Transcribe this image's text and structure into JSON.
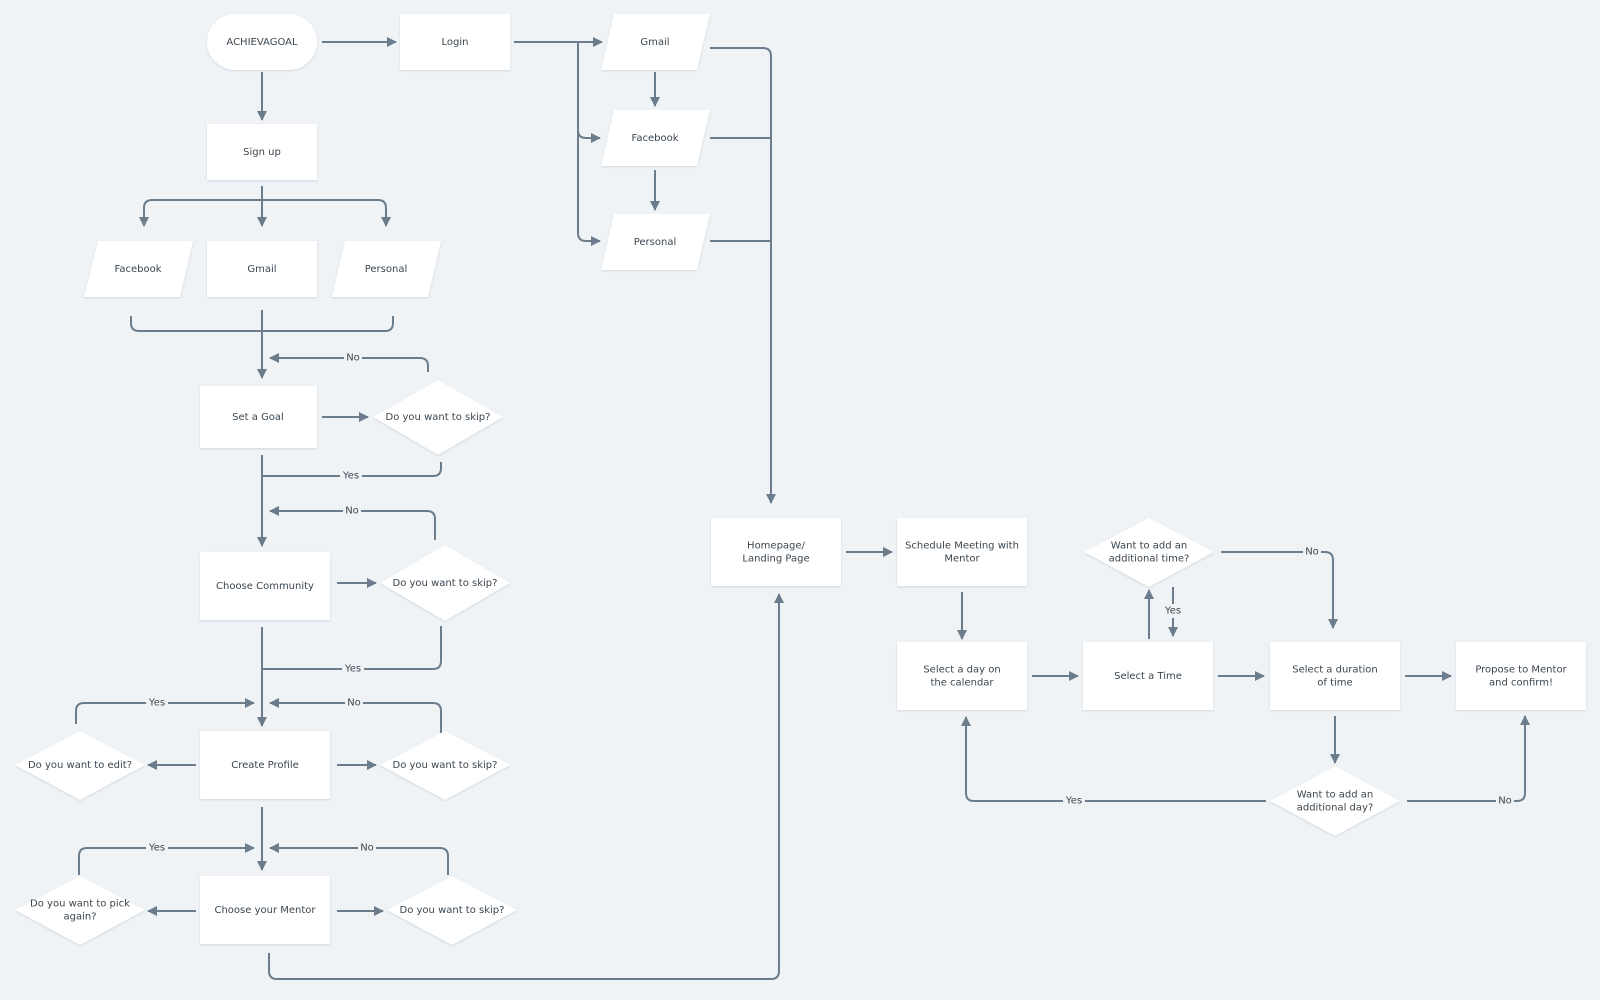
{
  "nodes": {
    "start": {
      "lines": [
        "ACHIEVAGOAL"
      ]
    },
    "login": {
      "lines": [
        "Login"
      ]
    },
    "signup": {
      "lines": [
        "Sign up"
      ]
    },
    "lg_gmail": {
      "lines": [
        "Gmail"
      ]
    },
    "lg_facebook": {
      "lines": [
        "Facebook"
      ]
    },
    "lg_personal": {
      "lines": [
        "Personal"
      ]
    },
    "su_facebook": {
      "lines": [
        "Facebook"
      ]
    },
    "su_gmail": {
      "lines": [
        "Gmail"
      ]
    },
    "su_personal": {
      "lines": [
        "Personal"
      ]
    },
    "set_goal": {
      "lines": [
        "Set a Goal"
      ]
    },
    "skip_goal": {
      "lines": [
        "Do you want to skip?"
      ]
    },
    "community": {
      "lines": [
        "Choose Community"
      ]
    },
    "skip_comm": {
      "lines": [
        "Do you want to skip?"
      ]
    },
    "profile": {
      "lines": [
        "Create Profile"
      ]
    },
    "edit_profile": {
      "lines": [
        "Do you want to edit?"
      ]
    },
    "skip_profile": {
      "lines": [
        "Do you want to skip?"
      ]
    },
    "mentor": {
      "lines": [
        "Choose your Mentor"
      ]
    },
    "pick_again": {
      "lines": [
        "Do you want to pick",
        "again?"
      ]
    },
    "skip_mentor": {
      "lines": [
        "Do you want to skip?"
      ]
    },
    "homepage": {
      "lines": [
        "Homepage/",
        "Landing Page"
      ]
    },
    "schedule": {
      "lines": [
        "Schedule Meeting with",
        "Mentor"
      ]
    },
    "add_time": {
      "lines": [
        "Want to add an",
        "additional time?"
      ]
    },
    "select_day": {
      "lines": [
        "Select a day on",
        "the calendar"
      ]
    },
    "select_time": {
      "lines": [
        "Select a Time"
      ]
    },
    "duration": {
      "lines": [
        "Select a duration",
        "of time"
      ]
    },
    "propose": {
      "lines": [
        "Propose to Mentor",
        "and confirm!"
      ]
    },
    "add_day": {
      "lines": [
        "Want to add an",
        "additional day?"
      ]
    }
  },
  "edge_labels": {
    "goal_no": "No",
    "goal_yes": "Yes",
    "comm_no": "No",
    "comm_yes": "Yes",
    "profile_yes": "Yes",
    "profile_no": "No",
    "mentor_yes": "Yes",
    "mentor_no": "No",
    "time_no": "No",
    "time_yes": "Yes",
    "day_yes": "Yes",
    "day_no": "No"
  },
  "colors": {
    "background": "#eff3f6",
    "node_fill": "#ffffff",
    "connector": "#6b7d8c",
    "text": "#3b4650"
  }
}
